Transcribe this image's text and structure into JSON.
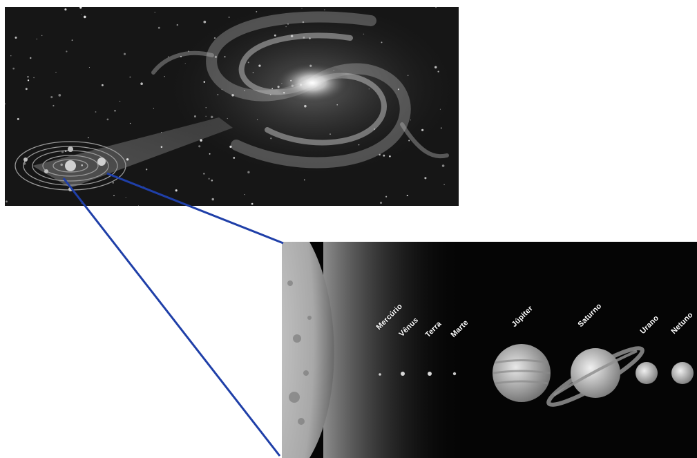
{
  "planets": [
    {
      "key": "mercurio",
      "label": "Mercúrio"
    },
    {
      "key": "venus",
      "label": "Vênus"
    },
    {
      "key": "terra",
      "label": "Terra"
    },
    {
      "key": "marte",
      "label": "Marte"
    },
    {
      "key": "jupiter",
      "label": "Júpiter"
    },
    {
      "key": "saturno",
      "label": "Saturno"
    },
    {
      "key": "urano",
      "label": "Urano"
    },
    {
      "key": "netuno",
      "label": "Netuno"
    }
  ],
  "colors": {
    "connector": "#1f3fa8",
    "background": "#ffffff"
  }
}
